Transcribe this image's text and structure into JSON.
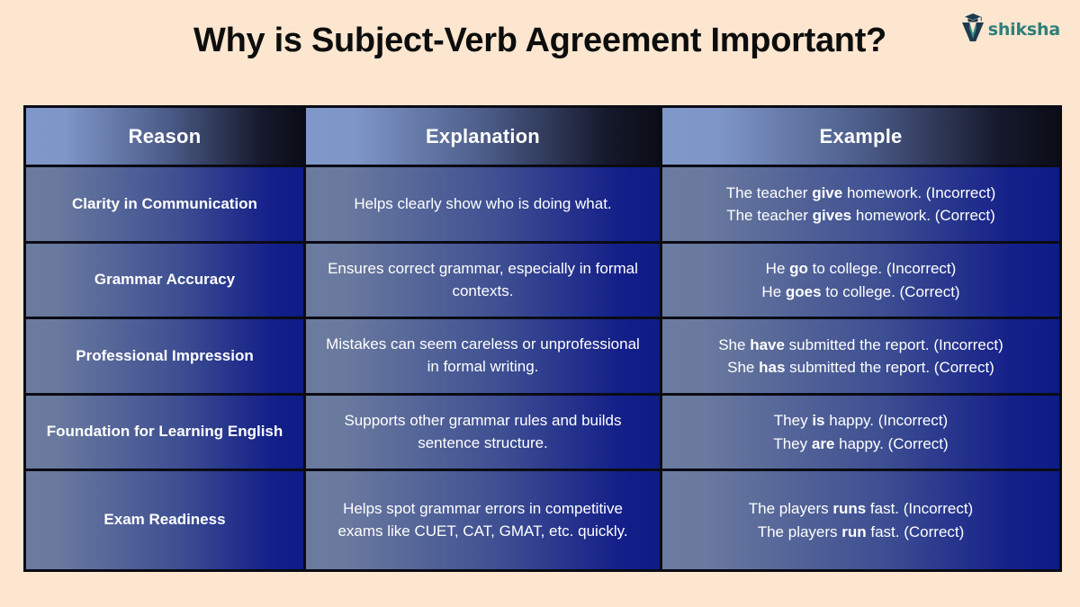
{
  "page": {
    "background_color": "#fce6cf",
    "title": "Why is Subject-Verb Agreement Important?"
  },
  "logo": {
    "wordmark": "shiksha",
    "mark_icon": "graduation-cap-v-icon",
    "color": "#2f7f79"
  },
  "table": {
    "header_gradient_from": "#8098c9",
    "header_gradient_to": "#0a0c16",
    "row_gradient_from": "#6b7ba0",
    "row_gradient_to": "#0e1b86",
    "border_color": "#0b0b14",
    "columns": [
      "Reason",
      "Explanation",
      "Example"
    ],
    "rows": [
      {
        "reason": "Clarity in Communication",
        "explanation": "Helps clearly show who is doing what.",
        "example_incorrect_pre": "The teacher ",
        "example_incorrect_bold": "give",
        "example_incorrect_post": " homework. (Incorrect)",
        "example_correct_pre": "The teacher ",
        "example_correct_bold": "gives",
        "example_correct_post": " homework. (Correct)"
      },
      {
        "reason": "Grammar Accuracy",
        "explanation": "Ensures correct grammar, especially in formal contexts.",
        "example_incorrect_pre": "He ",
        "example_incorrect_bold": "go",
        "example_incorrect_post": " to college. (Incorrect)",
        "example_correct_pre": "He ",
        "example_correct_bold": "goes",
        "example_correct_post": " to college. (Correct)"
      },
      {
        "reason": "Professional Impression",
        "explanation": "Mistakes can seem careless or unprofessional in formal writing.",
        "example_incorrect_pre": "She ",
        "example_incorrect_bold": "have",
        "example_incorrect_post": " submitted the report. (Incorrect)",
        "example_correct_pre": "She ",
        "example_correct_bold": "has",
        "example_correct_post": " submitted the report. (Correct)"
      },
      {
        "reason": "Foundation for Learning English",
        "explanation": "Supports other grammar rules and builds sentence structure.",
        "example_incorrect_pre": "They ",
        "example_incorrect_bold": "is",
        "example_incorrect_post": " happy. (Incorrect)",
        "example_correct_pre": "They ",
        "example_correct_bold": "are",
        "example_correct_post": " happy. (Correct)"
      },
      {
        "reason": "Exam Readiness",
        "explanation": "Helps spot grammar errors in competitive exams like CUET, CAT, GMAT, etc. quickly.",
        "example_incorrect_pre": "The players ",
        "example_incorrect_bold": "runs",
        "example_incorrect_post": " fast. (Incorrect)",
        "example_correct_pre": "The players ",
        "example_correct_bold": "run",
        "example_correct_post": " fast. (Correct)"
      }
    ]
  }
}
